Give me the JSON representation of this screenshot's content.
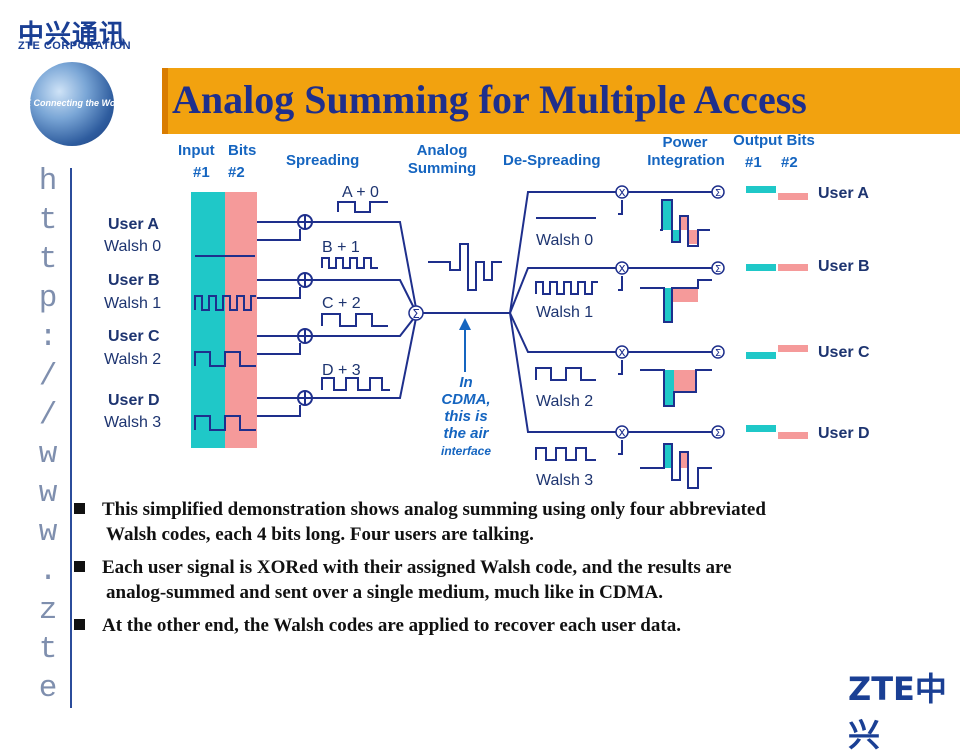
{
  "logo": {
    "chinese": "中兴通讯",
    "english": "ZTE CORPORATION",
    "globe_caption": "ZTE Connecting the World",
    "footer": "ZTE中兴"
  },
  "side_url": "http://www.zte.com.cn",
  "title": "Analog Summing for Multiple Access",
  "headers": {
    "input": "Input",
    "bits": "Bits",
    "bit1": "#1",
    "bit2": "#2",
    "spreading": "Spreading",
    "analog": "Analog",
    "summing": "Summing",
    "despreading": "De-Spreading",
    "power": "Power",
    "integration": "Integration",
    "output": "Output Bits",
    "out1": "#1",
    "out2": "#2"
  },
  "users": [
    {
      "name": "User A",
      "walsh": "Walsh 0",
      "spread_label": "A + 0"
    },
    {
      "name": "User B",
      "walsh": "Walsh 1",
      "spread_label": "B + 1"
    },
    {
      "name": "User C",
      "walsh": "Walsh 2",
      "spread_label": "C + 2"
    },
    {
      "name": "User D",
      "walsh": "Walsh 3",
      "spread_label": "D + 3"
    }
  ],
  "outputs": [
    "User A",
    "User B",
    "User C",
    "User D"
  ],
  "despread_walsh": [
    "Walsh 0",
    "Walsh 1",
    "Walsh 2",
    "Walsh 3"
  ],
  "symbols": {
    "sum": "Σ",
    "mult": "x"
  },
  "air_note": {
    "line1": "In",
    "line2": "CDMA,",
    "line3": "this is",
    "line4": "the air",
    "line5": "interface"
  },
  "bullets": [
    {
      "line1": "This simplified demonstration shows analog summing using only four abbreviated",
      "line2": "Walsh codes, each 4 bits long.  Four users are talking."
    },
    {
      "line1": "Each user signal is XORed with their assigned Walsh code, and the results are",
      "line2": "analog-summed and sent over a single medium, much like in CDMA."
    },
    {
      "line1": "At the other end, the Walsh codes are applied to recover each user data.",
      "line2": ""
    }
  ],
  "colors": {
    "title_bar": "#f2a20f",
    "title_text": "#1e2f8c",
    "bit1": "#1fc8c8",
    "bit2": "#f59a9a",
    "wave": "#1e2f8c",
    "header": "#1565c0"
  }
}
